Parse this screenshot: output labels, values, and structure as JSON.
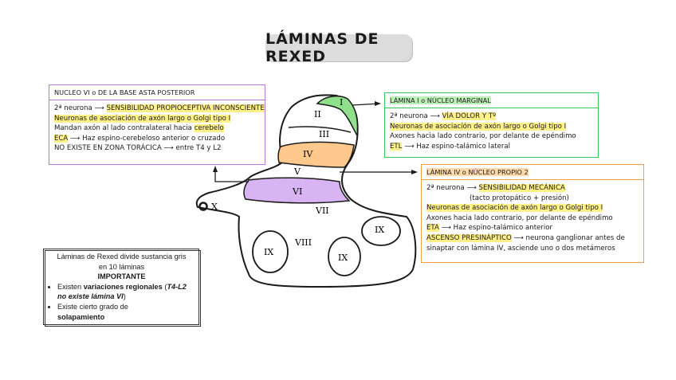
{
  "title": "LÁMINAS DE REXED",
  "colors": {
    "purple": "#b77ad9",
    "green": "#36c85c",
    "orange": "#f2a03e",
    "yellow": "#fff08a",
    "title_bg": "#dcdcdc"
  },
  "posterior": {
    "header": "NUCLEO VI o DE LA BASE ASTA POSTERIOR",
    "lines": [
      [
        "2ª neurona ⟶ ",
        "SENSIBILIDAD PROPIOCEPTIVA INCONSCIENTE"
      ],
      [
        "Neuronas de asociación de axón largo o Golgi tipo I"
      ],
      [
        "Mandan axón al lado contralateral hacia ",
        "cerebelo"
      ],
      [
        "ECA",
        " ⟶ Haz espino-cerebeloso anterior o cruzado"
      ],
      [
        "NO EXISTE EN ZONA TORÁCICA ⟶ entre T4 y L2"
      ]
    ]
  },
  "lamina1": {
    "header": "LÁMINA I o NÚCLEO MARGINAL",
    "lines": [
      [
        "2ª neurona ⟶ ",
        "VÍA DOLOR Y Tº"
      ],
      [
        "Neuronas de asociación de axón largo o Golgi tipo I"
      ],
      [
        "Axones hacia lado contrario, por delante de epéndimo"
      ],
      [
        "ETL",
        " ⟶ Haz espino-talámico lateral"
      ]
    ]
  },
  "lamina4": {
    "header": "LÁMINA IV o NÚCLEO PROPIO 2",
    "lines": [
      [
        "2ª neurona ⟶ ",
        "SENSIBILIDAD MECÁNICA"
      ],
      [
        "(tacto protopático + presión)"
      ],
      [
        "Neuronas de asociación de axón largo o Golgi tipo I"
      ],
      [
        "Axones hacia lado contrario, por delante de epéndimo"
      ],
      [
        "ETA",
        " ⟶ Haz espino-talámico anterior"
      ],
      [
        "ASCENSO PRESINÁPTICO",
        " ⟶ neurona ganglionar antes de"
      ],
      [
        "sinaptar con lámina IV, asciende uno o dos metámeros"
      ]
    ]
  },
  "note": {
    "line1": "Láminas de Rexed divide sustancia gris",
    "line2": "en 10 láminas",
    "important": "IMPORTANTE",
    "bullet1_pre": "Existen ",
    "bullet1_bold": "variaciones regionales",
    "bullet1_mid": " (",
    "bullet1_italic": "T4-L2 no existe lámina VI",
    "bullet1_post": ")",
    "bullet2_pre": "Existe cierto grado de",
    "bullet2_bold": "solapamiento"
  },
  "diagram_labels": {
    "l1": "I",
    "l2": "II",
    "l3": "III",
    "l4": "IV",
    "l5": "V",
    "l6": "VI",
    "l7": "VII",
    "l8": "VIII",
    "l9a": "IX",
    "l9b": "IX",
    "l9c": "IX",
    "l10": "X"
  }
}
